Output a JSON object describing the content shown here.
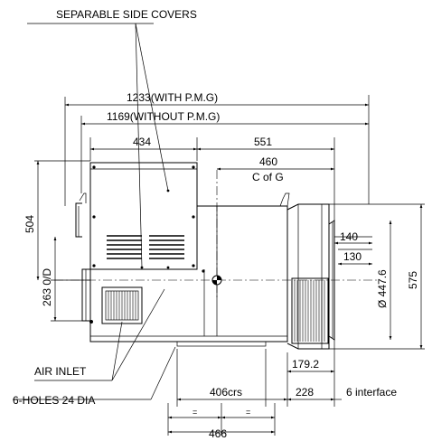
{
  "labels": {
    "separable_side_covers": "SEPARABLE SIDE COVERS",
    "air_inlet": "AIR INLET",
    "six_holes": "6-HOLES 24 DIA",
    "c_of_g": "C of G",
    "six_interface": "6 interface"
  },
  "dims": {
    "overall_with_pmg": "1233(WITH P.M.G)",
    "overall_without_pmg": "1169(WITHOUT P.M.G)",
    "d434": "434",
    "d551": "551",
    "d460": "460",
    "d504": "504",
    "d263": "263 0/D",
    "d140": "140",
    "d130": "130",
    "d447": "Ø 447.6",
    "d575": "575",
    "d179": "179.2",
    "d406": "406crs",
    "d228": "228",
    "d466": "466",
    "eq1": "=",
    "eq2": "="
  }
}
